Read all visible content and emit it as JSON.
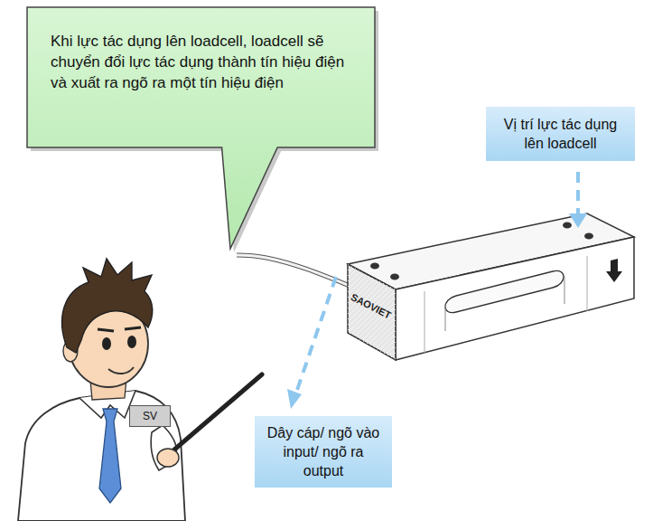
{
  "diagram": {
    "nodes": [
      {
        "text": [
          "Khi lực tác dụng lên loadcell, loadcell sẽ chuyển đổi lực tác dụng thành tín hiệu điện và xuất ra ngõ ra một tín hiệu điện"
        ]
      },
      {
        "text": [
          "Vị trí lực tác dụng lên loadcell"
        ]
      },
      {
        "text": [
          "Dây cáp/ ngõ vào input/ ngõ ra output"
        ]
      },
      {
        "text": [
          "SV"
        ]
      }
    ],
    "labels": [
      "SAOVIET"
    ]
  }
}
